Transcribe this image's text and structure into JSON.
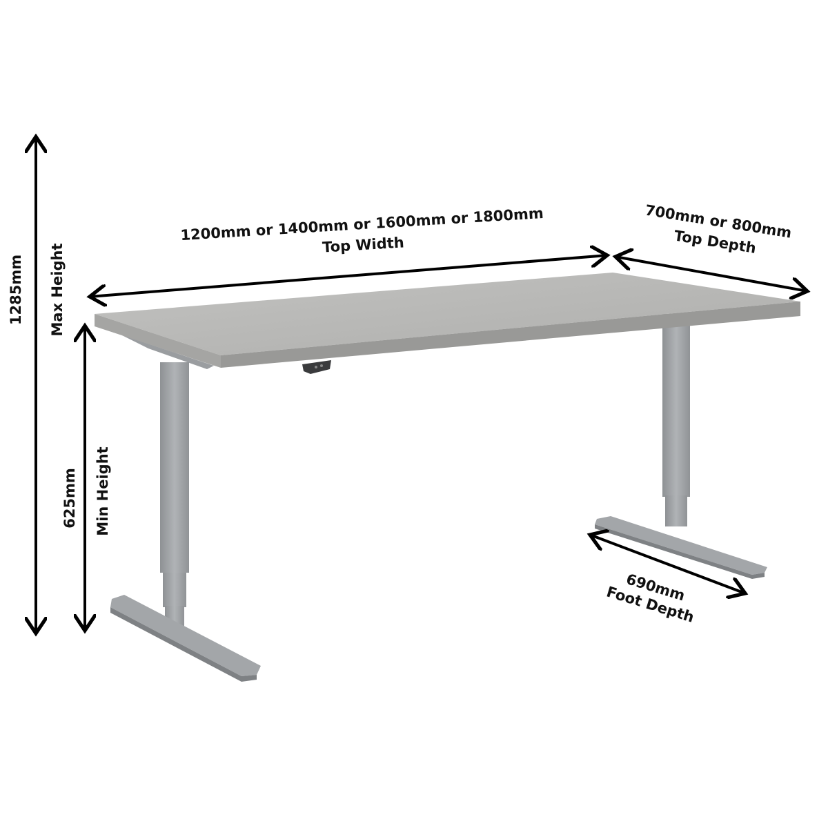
{
  "dimensions": {
    "top_width": {
      "value": "1200mm or 1400mm or 1600mm or 1800mm",
      "label": "Top Width"
    },
    "top_depth": {
      "value": "700mm or 800mm",
      "label": "Top Depth"
    },
    "max_height": {
      "value": "1285mm",
      "label": "Max Height"
    },
    "min_height": {
      "value": "625mm",
      "label": "Min Height"
    },
    "foot_depth": {
      "value": "690mm",
      "label": "Foot Depth"
    }
  },
  "colors": {
    "tabletop": "#b9b9b7",
    "tabletop_edge": "#9d9d9b",
    "frame": "#a3a6a9",
    "frame_dark": "#85888b",
    "arrow": "#000000"
  }
}
